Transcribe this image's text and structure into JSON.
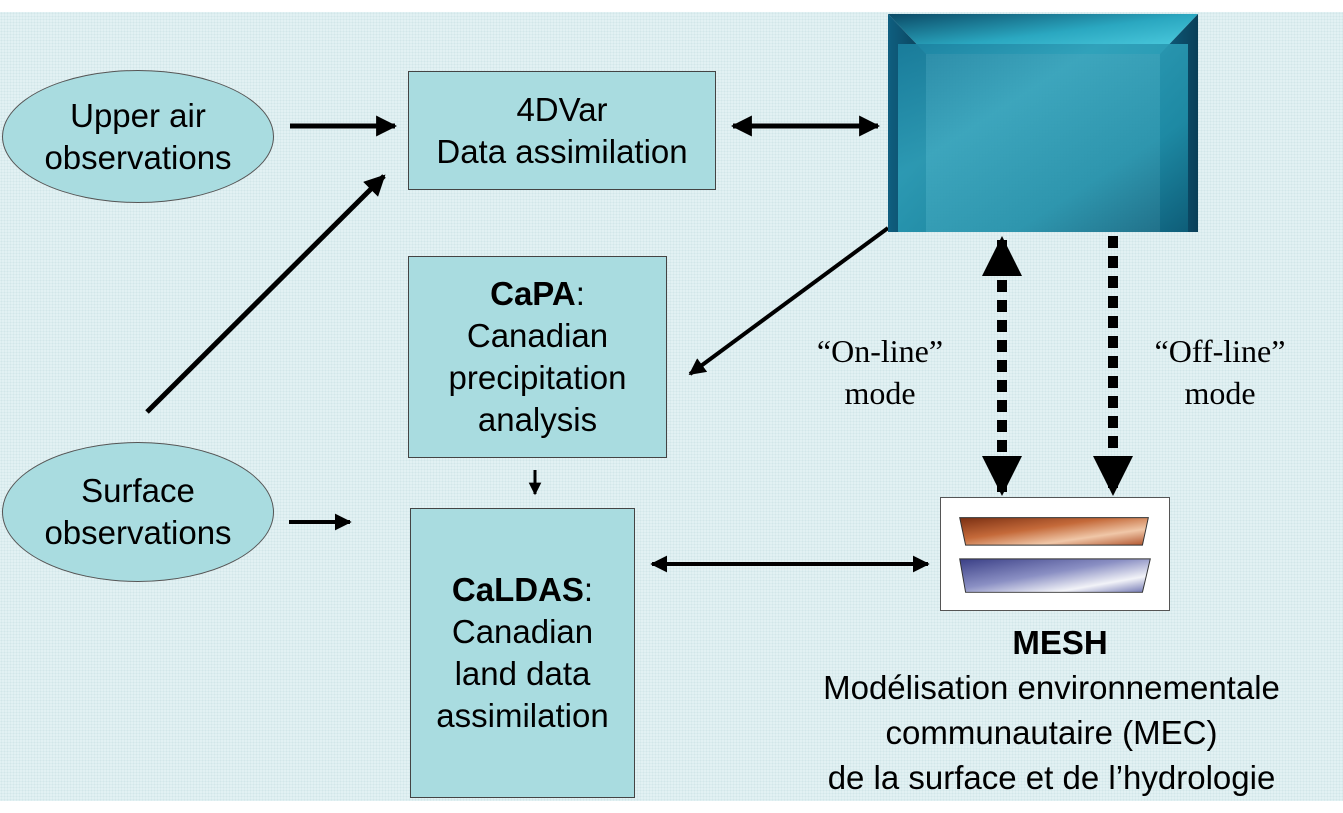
{
  "nodes": {
    "upper_air": {
      "lines": [
        "Upper air",
        "observations"
      ]
    },
    "surface": {
      "lines": [
        "Surface",
        "observations"
      ]
    },
    "fourdvar": {
      "lines": [
        "4DVar",
        "Data assimilation"
      ]
    },
    "capa": {
      "title": "CaPA",
      "lines": [
        "Canadian",
        "precipitation",
        "analysis"
      ]
    },
    "caldas": {
      "title": "CaLDAS",
      "lines": [
        "Canadian",
        "land data",
        "assimilation"
      ]
    },
    "mesh": {
      "title": "MESH",
      "description": [
        "Modélisation environnementale",
        "communautaire (MEC)",
        "de la surface et de l’hydrologie"
      ]
    }
  },
  "modes": {
    "online": [
      "“On-line”",
      "mode"
    ],
    "offline": [
      "“Off-line”",
      "mode"
    ]
  },
  "colors": {
    "background": "#e2f1f3",
    "node_fill": "#a9dce0",
    "cube_teal": "#1f8fa8",
    "layer_copper": "#b0522a",
    "layer_slate": "#5a5fa0"
  },
  "icons": {
    "model": "3d-model-cube-icon",
    "mesh": "layered-surface-icon"
  }
}
